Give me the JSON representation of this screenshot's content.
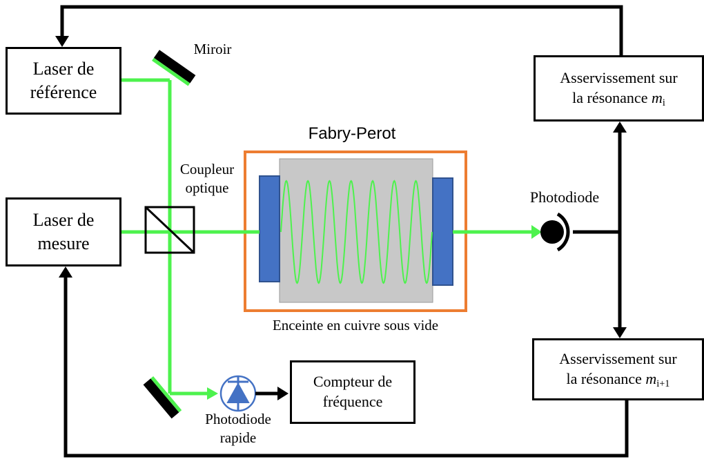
{
  "labels": {
    "laser_ref": [
      "Laser de",
      "référence"
    ],
    "laser_mes": [
      "Laser de",
      "mesure"
    ],
    "miroir": "Miroir",
    "coupleur": [
      "Coupleur",
      "optique"
    ],
    "fabry_perot": "Fabry-Perot",
    "enceinte": "Enceinte en cuivre sous vide",
    "photodiode": "Photodiode",
    "photodiode_rapide": [
      "Photodiode",
      "rapide"
    ],
    "compteur": [
      "Compteur de",
      "fréquence"
    ],
    "asserv_top": {
      "line1": "Asservissement sur",
      "line2_prefix": "la résonance ",
      "var": "m",
      "sub": "i"
    },
    "asserv_bottom": {
      "line1": "Asservissement sur",
      "line2_prefix": "la résonance ",
      "var": "m",
      "sub": "i+1"
    }
  },
  "colors": {
    "beam": "#4df24d",
    "line": "#000000",
    "mirror_edge": "#4df24d",
    "mirror_body": "#000000",
    "enclosure": "#ed7d31",
    "cavity": "#c8c8c8",
    "cavity_mirror": "#4472c4",
    "fast_photodiode": "#4472c4"
  }
}
